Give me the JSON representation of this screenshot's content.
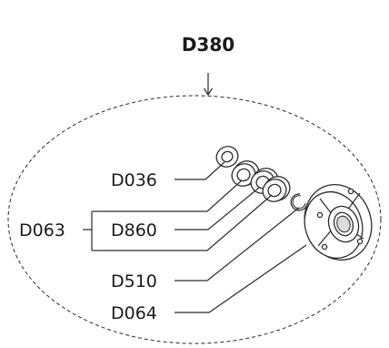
{
  "assembly": {
    "title": "D380"
  },
  "parts": {
    "washer_top": "D036",
    "bearing_group": "D063",
    "bearing": "D860",
    "snap_ring": "D510",
    "hub": "D064"
  }
}
